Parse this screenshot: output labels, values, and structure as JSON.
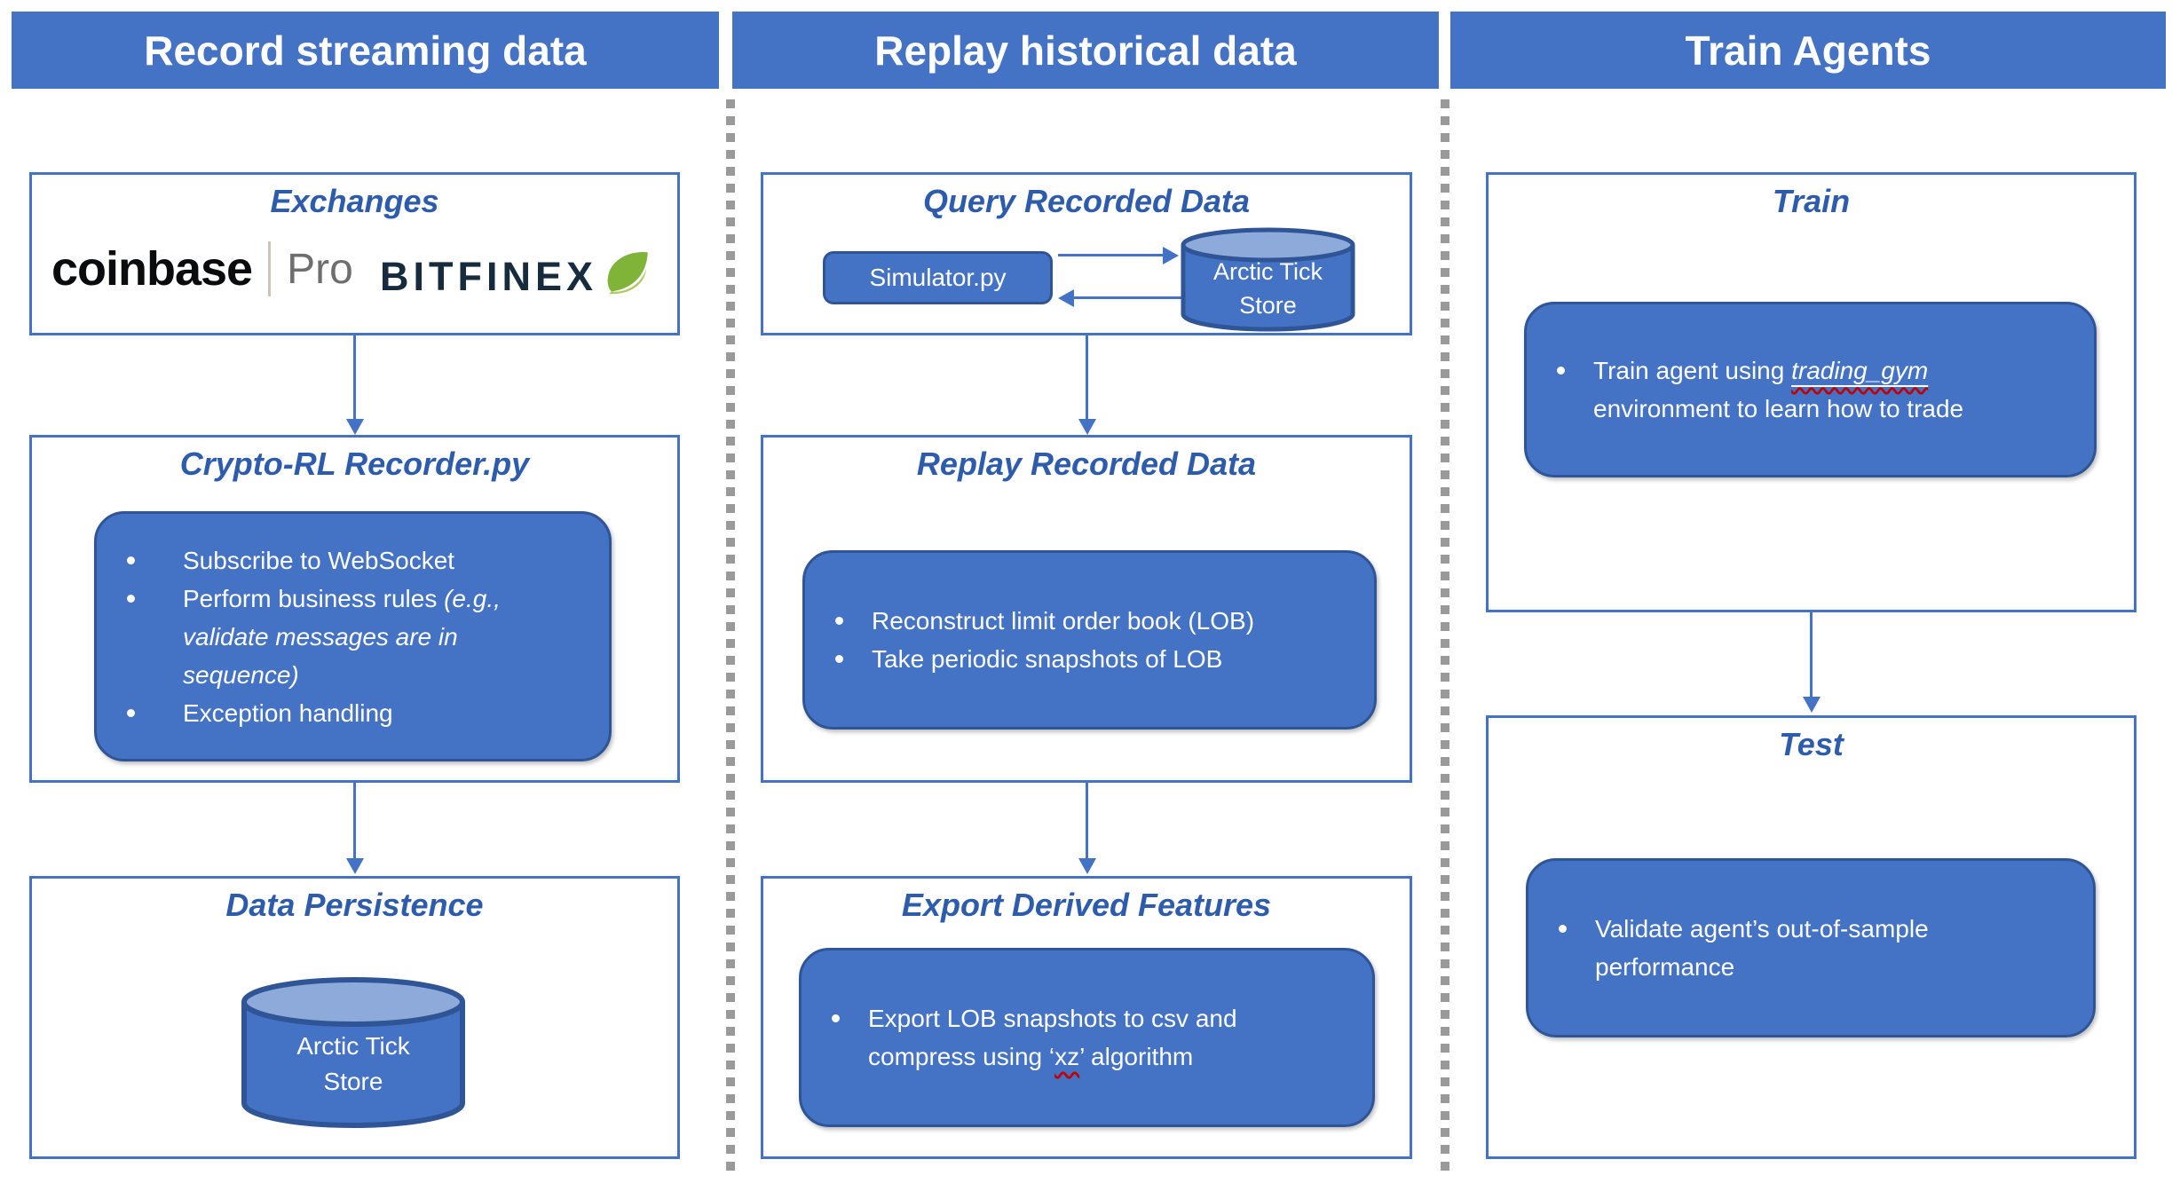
{
  "colors": {
    "banner_blue": "#4472C4",
    "inner_border_blue": "#2F5597",
    "title_blue": "#2E5CAD",
    "cylinder_top_blue": "#8EAADB",
    "separator_gray": "#9A9A9A",
    "squiggle_red": "#C00000",
    "coinbase_black": "#0A0B0D",
    "coinbase_pro_gray": "#6E6E6E",
    "bitfinex_navy": "#172B3E",
    "leaf_green_dark": "#7FB439",
    "leaf_green_light": "#AECB63"
  },
  "headers": {
    "col1": "Record streaming data",
    "col2": "Replay historical data",
    "col3": "Train Agents"
  },
  "col1": {
    "exchanges": {
      "title": "Exchanges",
      "coinbase": "coinbase",
      "coinbase_pro": "Pro",
      "bitfinex": "BITFINEX",
      "leaf_icon": "leaf-icon"
    },
    "recorder": {
      "title": "Crypto-RL Recorder.py",
      "bullet1": "Subscribe to WebSocket",
      "bullet2_normal": "Perform business rules ",
      "bullet2_italic": "(e.g., validate messages are in sequence)",
      "bullet3": "Exception handling"
    },
    "persistence": {
      "title": "Data Persistence",
      "cylinder_line1": "Arctic Tick",
      "cylinder_line2": "Store"
    }
  },
  "col2": {
    "query": {
      "title": "Query Recorded Data",
      "simulator_label": "Simulator.py",
      "cylinder_line1": "Arctic Tick",
      "cylinder_line2": "Store"
    },
    "replay": {
      "title": "Replay Recorded Data",
      "bullet1": "Reconstruct limit order book (LOB)",
      "bullet2": "Take periodic snapshots of LOB"
    },
    "export": {
      "title": "Export Derived Features",
      "bullet1_line1": "Export LOB snapshots to csv and",
      "bullet1_pre": "compress using ‘",
      "bullet1_code": "xz",
      "bullet1_post": "’ algorithm"
    }
  },
  "col3": {
    "train": {
      "title": "Train",
      "bullet_pre": "Train agent using ",
      "bullet_em": "trading_gym",
      "bullet_rest": " environment to learn how to trade"
    },
    "test": {
      "title": "Test",
      "bullet": "Validate agent’s out-of-sample performance"
    }
  }
}
